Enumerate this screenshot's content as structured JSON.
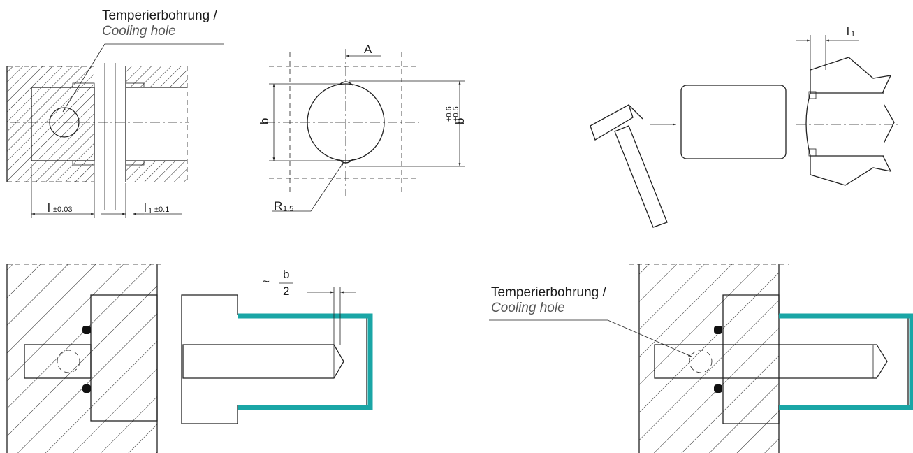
{
  "labels": {
    "cooling_de": "Temperierbohrung /",
    "cooling_en": "Cooling hole",
    "cooling_de_2": "Temperierbohrung /",
    "cooling_en_2": "Cooling hole"
  },
  "dimensions": {
    "l_main": "l",
    "l_tol": "±0.03",
    "l1_main": "l",
    "l1_sub": "1",
    "l1_tol": "±0.1",
    "a": "A",
    "b": "b",
    "b_tol_plus": "+0.6",
    "b_tol_minus": "+0.5",
    "b_tol_base": "b",
    "r_main": "R",
    "r_sub": "1.5",
    "l1_top_main": "l",
    "l1_top_sub": "1",
    "tilde": "~",
    "frac_num": "b",
    "frac_den": "2"
  },
  "colors": {
    "teal": "#1aa6a6",
    "rod": "#c8c8c8",
    "line": "#222222"
  }
}
